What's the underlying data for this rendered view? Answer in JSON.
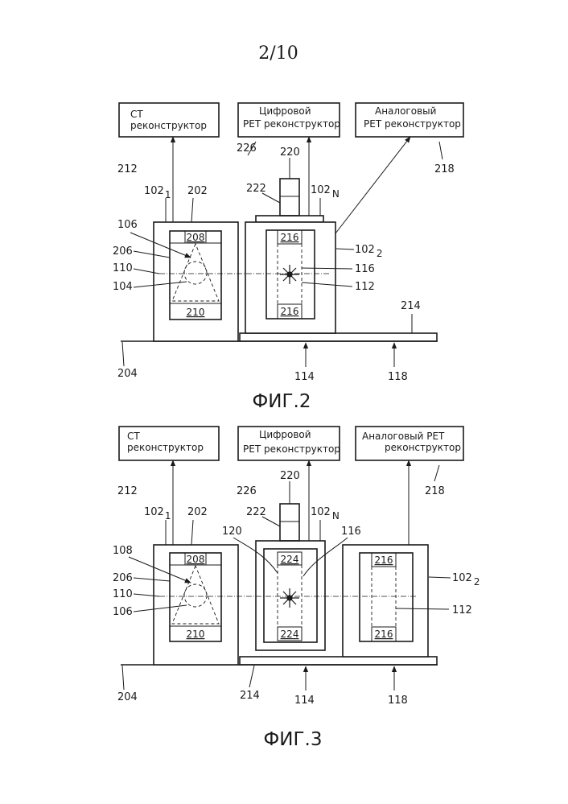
{
  "page": {
    "number": "2/10"
  },
  "fig2": {
    "title": "ФИГ.2",
    "boxes": {
      "ct": [
        "CT",
        "реконструктор"
      ],
      "digital": [
        "Цифровой",
        "PET реконструктор"
      ],
      "analog": [
        "Аналоговый",
        "PET реконструктор"
      ]
    },
    "detector_labels": {
      "top_ct": "208",
      "bottom_ct": "210",
      "top_pet": "216",
      "bottom_pet": "216"
    },
    "refs": {
      "r212": "212",
      "r226": "226",
      "r218": "218",
      "r220": "220",
      "r222": "222",
      "r102_1": "102",
      "r102_1_sub": "1",
      "r202": "202",
      "r102_N": "102",
      "r102_N_sub": "N",
      "r106": "106",
      "r206": "206",
      "r110": "110",
      "r104": "104",
      "r102_2": "102",
      "r102_2_sub": "2",
      "r116": "116",
      "r112": "112",
      "r214": "214",
      "r204": "204",
      "r114": "114",
      "r118": "118"
    }
  },
  "fig3": {
    "title": "ФИГ.3",
    "boxes": {
      "ct": [
        "CT",
        "реконструктор"
      ],
      "digital": [
        "Цифровой",
        "PET реконструктор"
      ],
      "analog": [
        "Аналоговый PET",
        "реконструктор"
      ]
    },
    "detector_labels": {
      "top_ct": "208",
      "bottom_ct": "210",
      "top_digital": "224",
      "bottom_digital": "224",
      "top_analog": "216",
      "bottom_analog": "216"
    },
    "refs": {
      "r212": "212",
      "r226": "226",
      "r218": "218",
      "r220": "220",
      "r222": "222",
      "r102_1": "102",
      "r102_1_sub": "1",
      "r202": "202",
      "r102_N": "102",
      "r102_N_sub": "N",
      "r120": "120",
      "r116": "116",
      "r108": "108",
      "r206": "206",
      "r110": "110",
      "r106": "106",
      "r102_2": "102",
      "r102_2_sub": "2",
      "r112": "112",
      "r204": "204",
      "r214": "214",
      "r114": "114",
      "r118": "118"
    }
  },
  "colors": {
    "ink": "#1a1a1a",
    "paper": "#ffffff"
  },
  "icons": {
    "source": "star-burst-icon"
  }
}
